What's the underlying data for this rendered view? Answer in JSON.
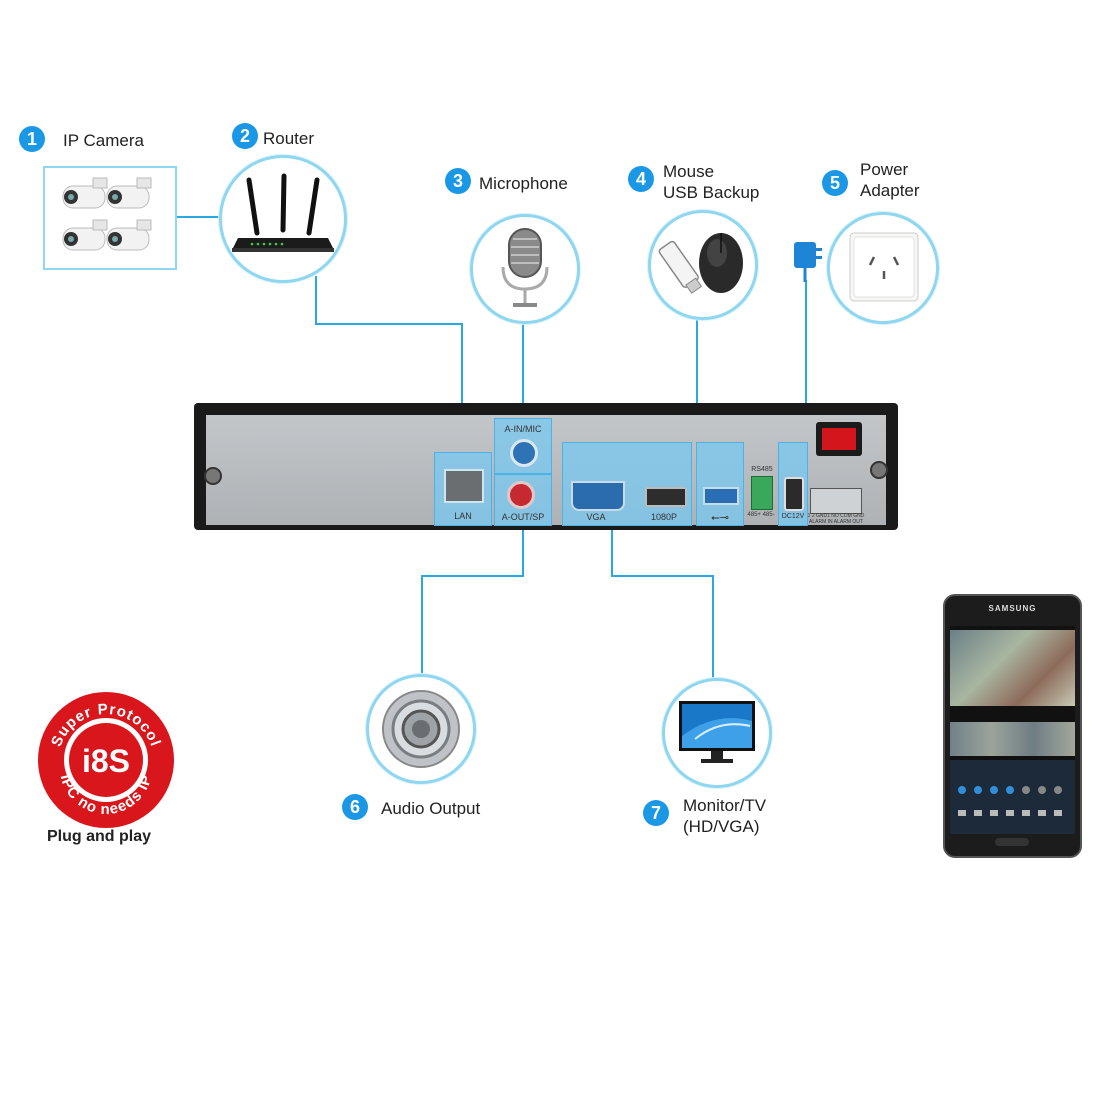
{
  "items": [
    {
      "num": "1",
      "label": "IP Camera"
    },
    {
      "num": "2",
      "label": "Router"
    },
    {
      "num": "3",
      "label": "Microphone"
    },
    {
      "num": "4",
      "label_line1": "Mouse",
      "label_line2": "USB Backup"
    },
    {
      "num": "5",
      "label_line1": "Power",
      "label_line2": "Adapter"
    },
    {
      "num": "6",
      "label": "Audio Output"
    },
    {
      "num": "7",
      "label_line1": "Monitor/TV",
      "label_line2": "(HD/VGA)"
    }
  ],
  "ports": {
    "lan": "LAN",
    "ain": "A-IN/MIC",
    "aout": "A-OUT/SP",
    "vga": "VGA",
    "hdmi": "1080P",
    "rs485": "RS485",
    "rs485_pins": "485+ 485-",
    "dc": "DC12V",
    "alarm_top": "1 2 GND1 NO COM GND",
    "alarm_bottom": "ALARM IN   ALARM OUT"
  },
  "badge": {
    "ring_top": "Super Protocol",
    "ring_bottom": "IPC no needs IP",
    "center": "i8S",
    "caption": "Plug and play"
  },
  "phone": {
    "brand": "SAMSUNG"
  },
  "colors": {
    "accent": "#1a98e6",
    "line": "#2aa9e0",
    "circle_border": "#8fd6f0",
    "highlight": "#7cc8f0",
    "nvr_body": "#b9bcbf",
    "badge_red": "#d9161c"
  }
}
